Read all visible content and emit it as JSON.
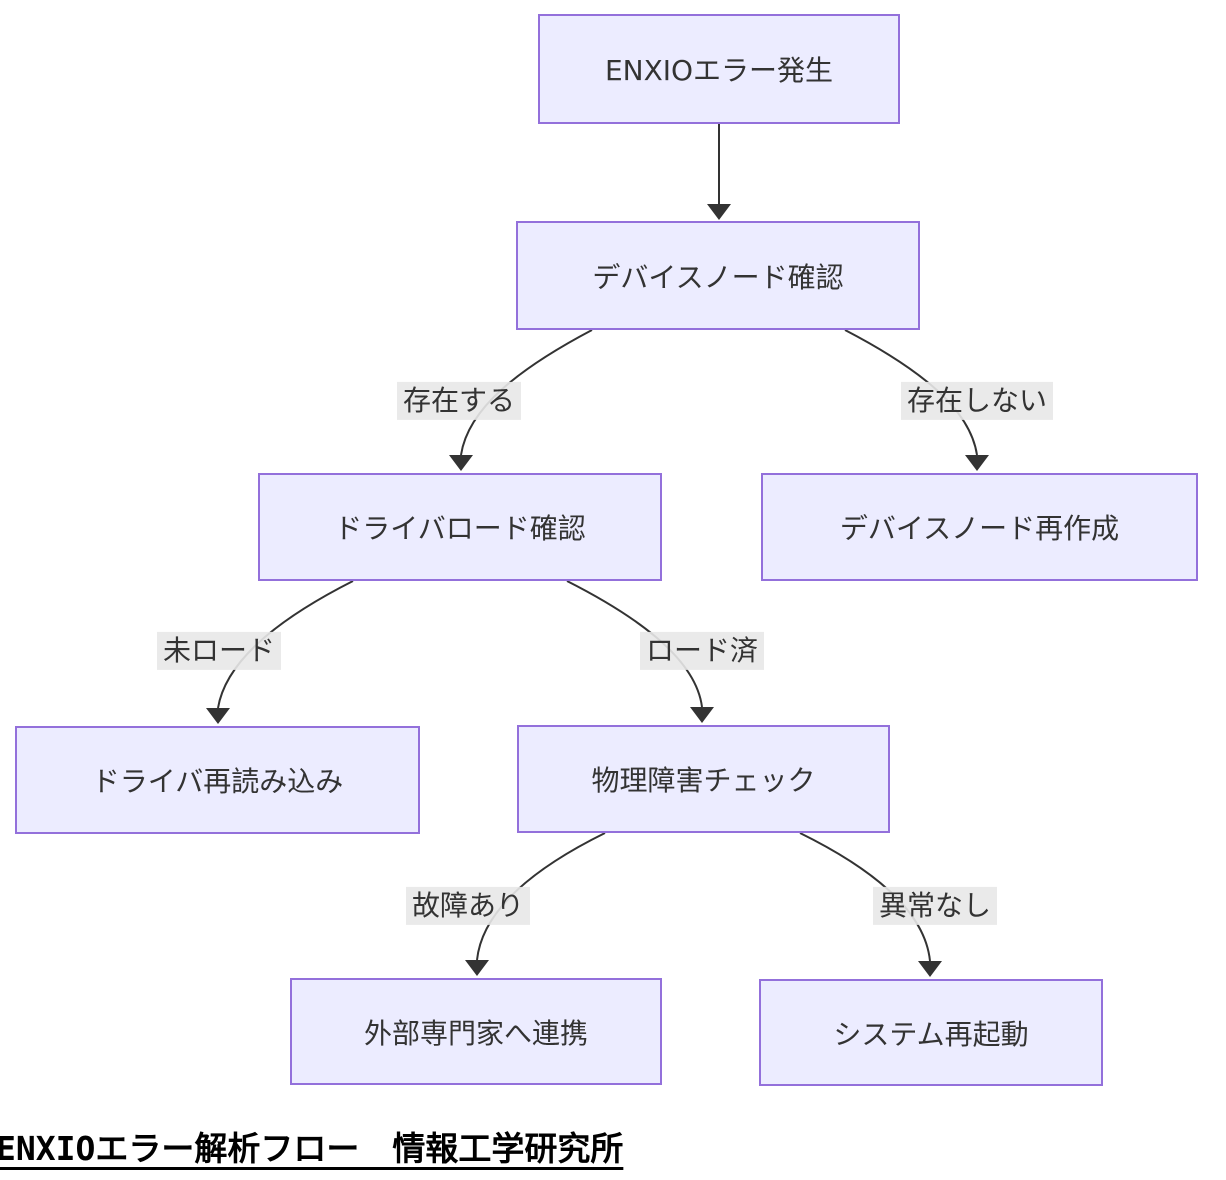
{
  "diagram": {
    "type": "flowchart",
    "direction": "top-down",
    "colors": {
      "background": "#ffffff",
      "node_fill": "#ECECFF",
      "node_border": "#9370DB",
      "edge_color": "#333333",
      "edge_label_bg": "rgba(232,232,232,0.9)",
      "text_color": "#333333"
    },
    "nodes": [
      {
        "id": "enxio-error",
        "label": "ENXIOエラー発生"
      },
      {
        "id": "device-node-check",
        "label": "デバイスノード確認"
      },
      {
        "id": "driver-load-check",
        "label": "ドライバロード確認"
      },
      {
        "id": "device-node-recreate",
        "label": "デバイスノード再作成"
      },
      {
        "id": "driver-reload",
        "label": "ドライバ再読み込み"
      },
      {
        "id": "physical-fault-check",
        "label": "物理障害チェック"
      },
      {
        "id": "external-expert",
        "label": "外部専門家へ連携"
      },
      {
        "id": "system-restart",
        "label": "システム再起動"
      }
    ],
    "edges": [
      {
        "from": "enxio-error",
        "to": "device-node-check",
        "label": ""
      },
      {
        "from": "device-node-check",
        "to": "driver-load-check",
        "label": "存在する"
      },
      {
        "from": "device-node-check",
        "to": "device-node-recreate",
        "label": "存在しない"
      },
      {
        "from": "driver-load-check",
        "to": "driver-reload",
        "label": "未ロード"
      },
      {
        "from": "driver-load-check",
        "to": "physical-fault-check",
        "label": "ロード済"
      },
      {
        "from": "physical-fault-check",
        "to": "external-expert",
        "label": "故障あり"
      },
      {
        "from": "physical-fault-check",
        "to": "system-restart",
        "label": "異常なし"
      }
    ],
    "caption": "ENXIOエラー解析フロー　情報工学研究所"
  }
}
